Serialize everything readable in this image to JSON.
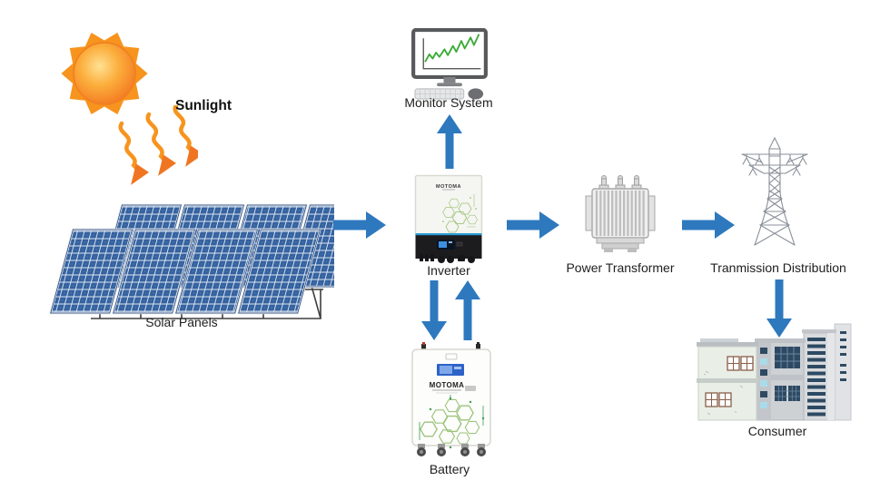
{
  "labels": {
    "sunlight": "Sunlight",
    "solar_panels": "Solar Panels",
    "monitor_system": "Monitor System",
    "inverter": "Inverter",
    "battery": "Battery",
    "power_transformer": "Power Transformer",
    "transmission_distribution": "Tranmission Distribution",
    "consumer": "Consumer"
  },
  "brand": {
    "inverter_logo": "MOTOMA",
    "battery_logo": "MOTOMA"
  },
  "colors": {
    "arrow_blue": "#2e78be",
    "sun_orange": "#f7941e",
    "sun_core": "#fbae3c",
    "panel_blue": "#35629f",
    "hex_green": "#9cc37b",
    "chart_green": "#3baa35",
    "navy_window": "#2e4a63",
    "label_text": "#202020"
  }
}
